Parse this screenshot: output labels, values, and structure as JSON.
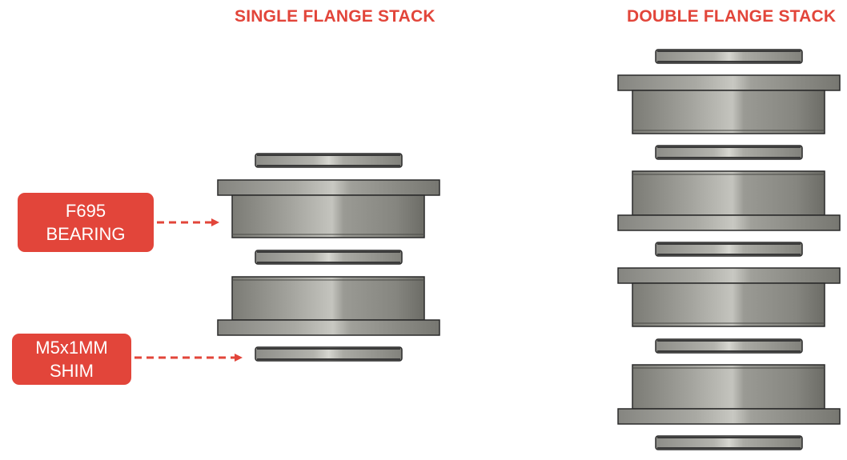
{
  "titles": {
    "single": "SINGLE FLANGE STACK",
    "double": "DOUBLE FLANGE STACK"
  },
  "callouts": {
    "bearing": {
      "line1": "F695",
      "line2": "BEARING"
    },
    "shim": {
      "line1": "M5x1MM",
      "line2": "SHIM"
    }
  },
  "colors": {
    "accent": "#e2453a",
    "metal": "#8a8a84",
    "outline": "#2a2a2a"
  }
}
